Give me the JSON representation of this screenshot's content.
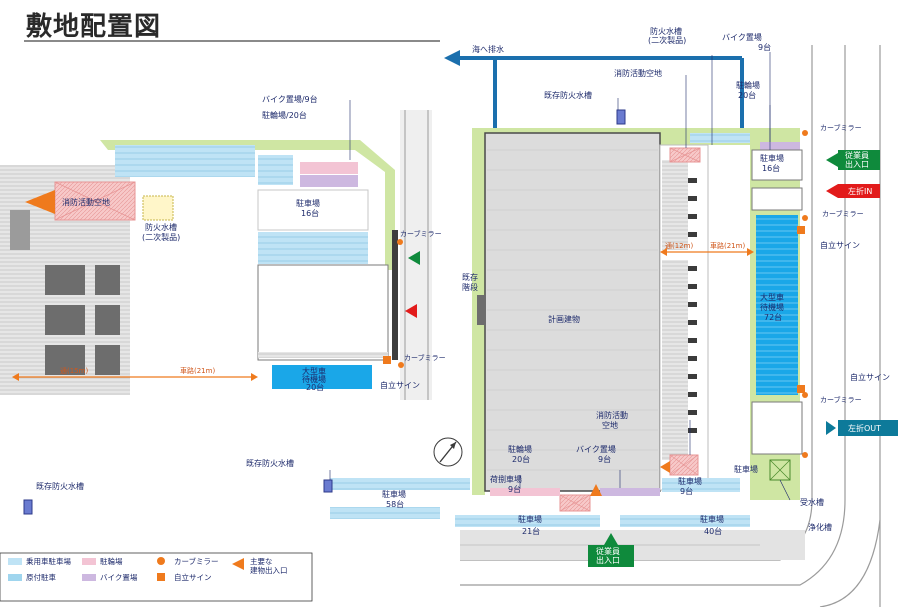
{
  "page": {
    "title": "敷地配置図"
  },
  "colors": {
    "green_strip": "#cfe6a3",
    "blue_water": "#1b6fad",
    "cyan_lot": "#1aa7e8",
    "light_blue_lot": "#bfe3f5",
    "pink": "#f3c4d4",
    "pink_hatch": "#f5a3a3",
    "lavender": "#cdb8e0",
    "orange": "#ef7a1d",
    "green_sign": "#0f8a3c",
    "red_sign": "#e21b1b",
    "teal_sign": "#0d7a9a",
    "building_gray": "#d9d9d9",
    "road_gray": "#c8c8c8"
  },
  "labels": {
    "sea_drain": "海へ排水",
    "fire_tank_secondary": "防火水槽\n(二次製品)",
    "bike_top_right": "バイク置場\n9台",
    "bicycle_top_right": "駐輪場\n20台",
    "fire_activity_top": "消防活動空地",
    "existing_fire_tank_top": "既存防火水槽",
    "curve_mirror": "カーブミラー",
    "parking_16": "駐車場\n16台",
    "large_vehicle_in": "従業員\n出入口",
    "left_turn_in": "左折IN",
    "self_sign": "自立サイン",
    "large_wait_72": "大型車\n待機場\n72台",
    "planned_building": "計画建物",
    "employee_entrance_left": "既存\n階段",
    "drive_22": "車路(21m)",
    "drive_12": "通(12m)",
    "fire_activity_bottom": "消防活動\n空地",
    "bicycle_20": "駐輪場\n20台",
    "bike_9": "バイク置場\n9台",
    "loading_lot": "荷捌車場\n9台",
    "parking_right_bottom": "駐車場\n9台",
    "parking_9_side": "駐車場",
    "left_turn_out": "左折OUT",
    "receiving_tank": "受水槽",
    "septic": "浄化槽",
    "existing_fire_tank_mid": "既存防火水槽",
    "parking_58": "駐車場\n58台",
    "parking_bottom_left": "駐車場\n21台",
    "parking_bottom_right": "駐車場\n40台",
    "employee_entrance_bottom": "従業員\n出入口",
    "existing_fire_tank_left": "既存防火水槽",
    "left_fire_activity": "消防活動空地",
    "left_fire_tank": "防火水槽\n(二次製品)",
    "left_bike": "バイク置場/9台",
    "left_bicycle": "駐輪場/20台",
    "left_parking": "駐車場\n16台",
    "left_large_wait": "大型車\n待機場\n20台",
    "left_drive_a": "通(15m)",
    "left_drive_b": "車路(21m)",
    "left_curve_mirror_a": "カーブミラー",
    "left_curve_mirror_b": "カーブミラー",
    "left_self_sign": "自立サイン",
    "right_curve_mirror_a": "カーブミラー",
    "right_curve_mirror_b": "カーブミラー",
    "right_curve_mirror_c": "カーブミラー",
    "right_self_sign_a": "自立サイン",
    "right_self_sign_b": "自立サイン"
  },
  "legend": [
    {
      "label": "乗用車駐車場",
      "swatch": "#bfe3f5",
      "kind": "rect"
    },
    {
      "label": "原付駐車",
      "swatch": "#9fd5ee",
      "kind": "rect"
    },
    {
      "label": "駐輪場",
      "swatch": "#f3c4d4",
      "kind": "rect"
    },
    {
      "label": "バイク置場",
      "swatch": "#cdb8e0",
      "kind": "rect"
    },
    {
      "label": "カーブミラー",
      "swatch": "#ef7a1d",
      "kind": "circle"
    },
    {
      "label": "自立サイン",
      "swatch": "#ef7a1d",
      "kind": "square"
    },
    {
      "label": "主要な\n建物出入口",
      "swatch": "#ef7a1d",
      "kind": "triangle"
    }
  ]
}
